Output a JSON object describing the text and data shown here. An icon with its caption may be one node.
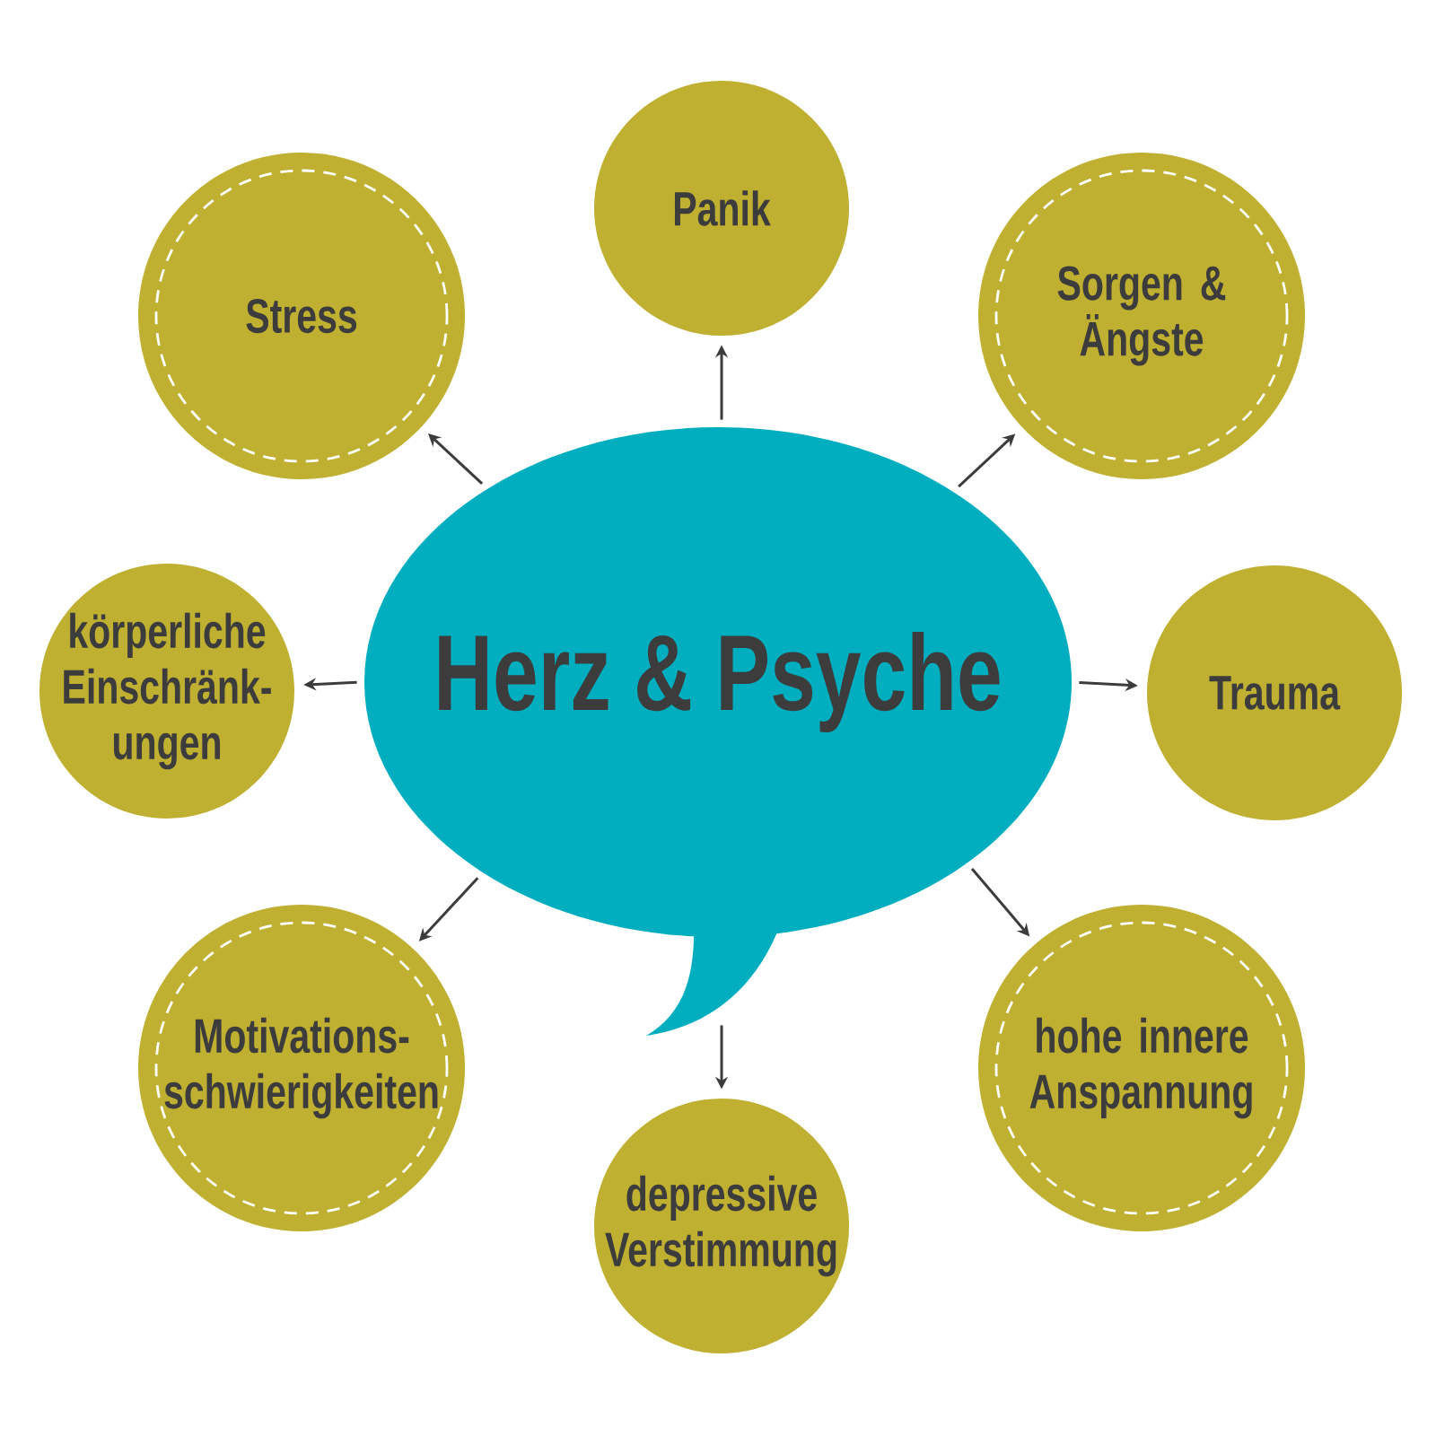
{
  "diagram": {
    "nodes": [
      {
        "text": [
          "Herz & Psyche"
        ]
      },
      {
        "text": [
          "Panik"
        ]
      },
      {
        "text": [
          "Sorgen & Ängste"
        ]
      },
      {
        "text": [
          "Trauma"
        ]
      },
      {
        "text": [
          "hohe innere Anspannung"
        ]
      },
      {
        "text": [
          "depressive Verstimmung"
        ]
      },
      {
        "text": [
          "Motivations- schwierigkeiten"
        ]
      },
      {
        "text": [
          "körperliche Einschränk- ungen"
        ]
      },
      {
        "text": [
          "Stress"
        ]
      }
    ],
    "edges": [
      {
        "from": 0,
        "to": 1,
        "arrow": "to"
      },
      {
        "from": 0,
        "to": 2,
        "arrow": "to"
      },
      {
        "from": 0,
        "to": 3,
        "arrow": "to"
      },
      {
        "from": 0,
        "to": 4,
        "arrow": "to"
      },
      {
        "from": 0,
        "to": 5,
        "arrow": "to"
      },
      {
        "from": 0,
        "to": 6,
        "arrow": "to"
      },
      {
        "from": 0,
        "to": 7,
        "arrow": "to"
      },
      {
        "from": 0,
        "to": 8,
        "arrow": "to"
      }
    ]
  }
}
